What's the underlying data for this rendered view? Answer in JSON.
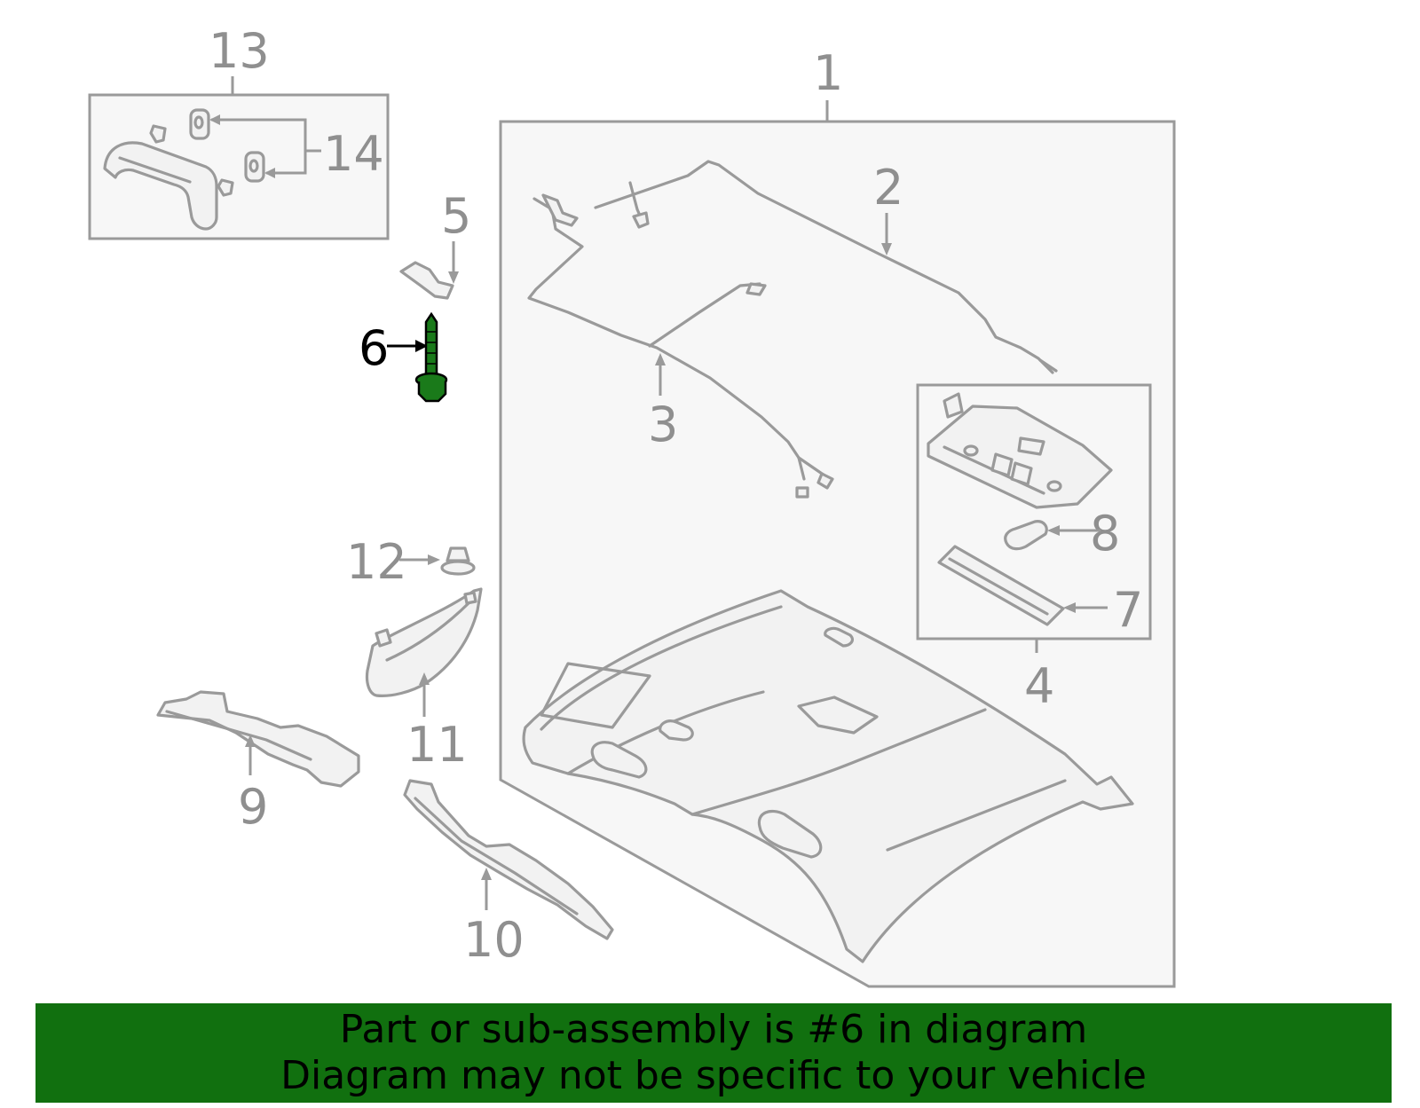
{
  "callouts": {
    "c1": "1",
    "c2": "2",
    "c3": "3",
    "c4": "4",
    "c5": "5",
    "c6": "6",
    "c7": "7",
    "c8": "8",
    "c9": "9",
    "c10": "10",
    "c11": "11",
    "c12": "12",
    "c13": "13",
    "c14": "14"
  },
  "highlight_color": "#1a7a1a",
  "banner": {
    "line1": "Part or sub-assembly is #6 in diagram",
    "line2": "Diagram may not be specific to your vehicle",
    "background": "#11700f"
  }
}
